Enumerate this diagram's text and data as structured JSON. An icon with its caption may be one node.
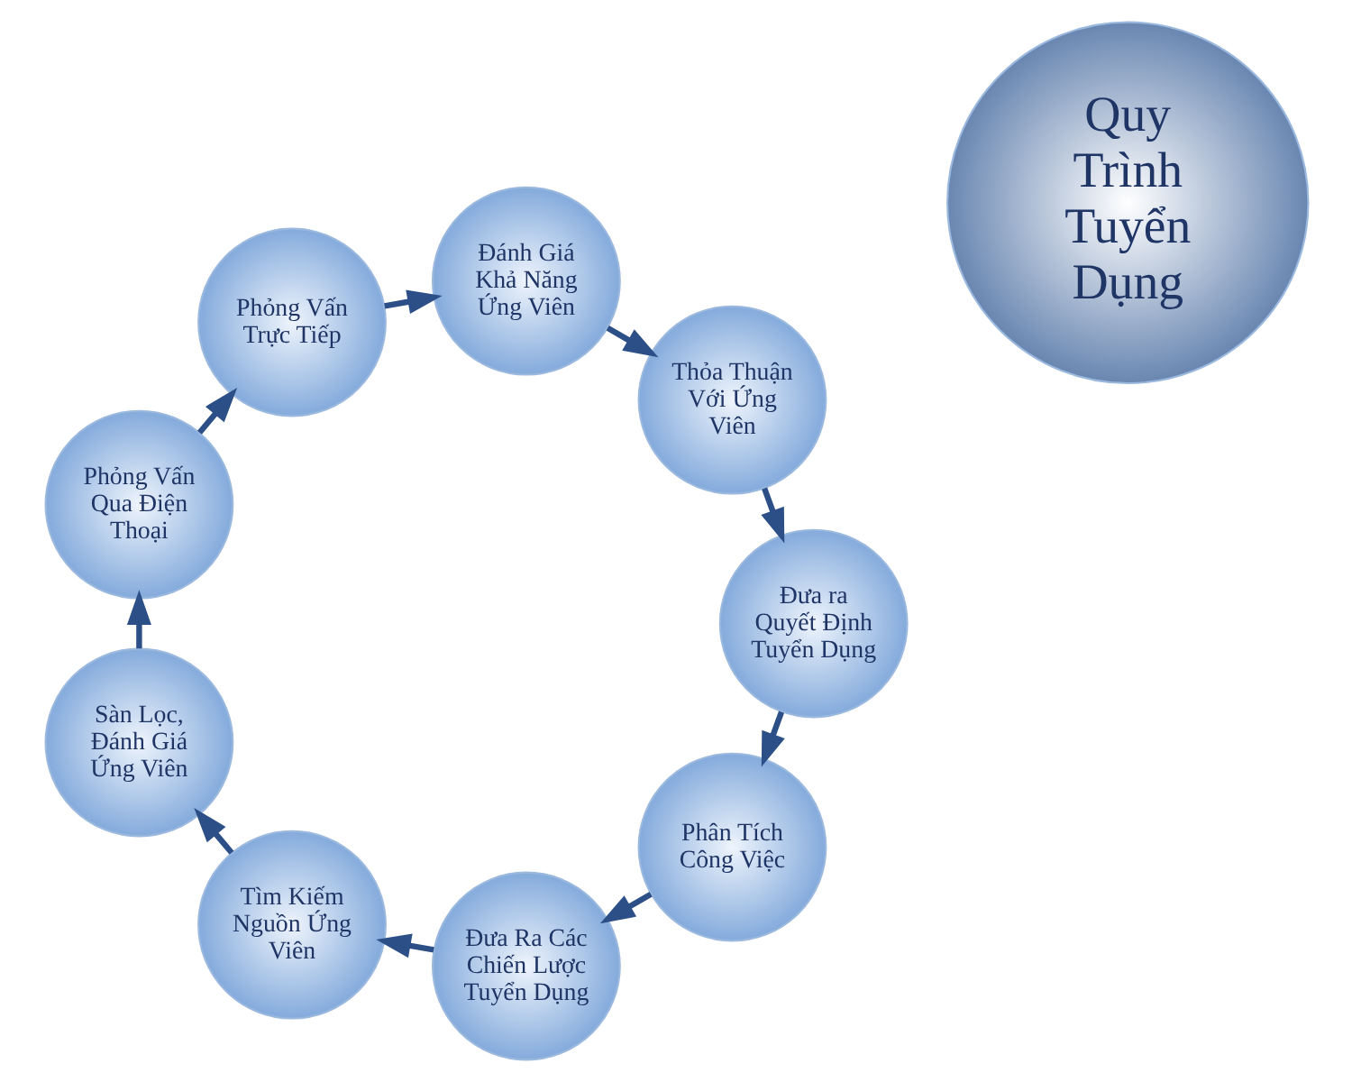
{
  "diagram": {
    "nodes": [
      {
        "text": [
          "Quy Trình Tuyển Dụng"
        ]
      },
      {
        "text": [
          "Phân Tích Công Việc"
        ]
      },
      {
        "text": [
          "Đưa Ra Các Chiến Lược Tuyển Dụng"
        ]
      },
      {
        "text": [
          "Tìm Kiếm Nguồn Ứng Viên"
        ]
      },
      {
        "text": [
          "Sàn Lọc, Đánh Giá Ứng Viên"
        ]
      },
      {
        "text": [
          "Phỏng Vấn Qua Điện Thoại"
        ]
      },
      {
        "text": [
          "Phỏng Vấn Trực Tiếp"
        ]
      },
      {
        "text": [
          "Đánh Giá Khả Năng Ứng Viên"
        ]
      },
      {
        "text": [
          "Thỏa Thuận Với Ứng Viên"
        ]
      },
      {
        "text": [
          "Đưa ra Quyết Định Tuyển Dụng"
        ]
      }
    ],
    "edges": [
      {
        "from": 1,
        "to": 2,
        "arrow": "to"
      },
      {
        "from": 2,
        "to": 3,
        "arrow": "to"
      },
      {
        "from": 3,
        "to": 4,
        "arrow": "to"
      },
      {
        "from": 4,
        "to": 5,
        "arrow": "to"
      },
      {
        "from": 5,
        "to": 6,
        "arrow": "to"
      },
      {
        "from": 6,
        "to": 7,
        "arrow": "to"
      },
      {
        "from": 7,
        "to": 8,
        "arrow": "to"
      },
      {
        "from": 8,
        "to": 9,
        "arrow": "to"
      },
      {
        "from": 9,
        "to": 1,
        "arrow": "to"
      }
    ]
  }
}
